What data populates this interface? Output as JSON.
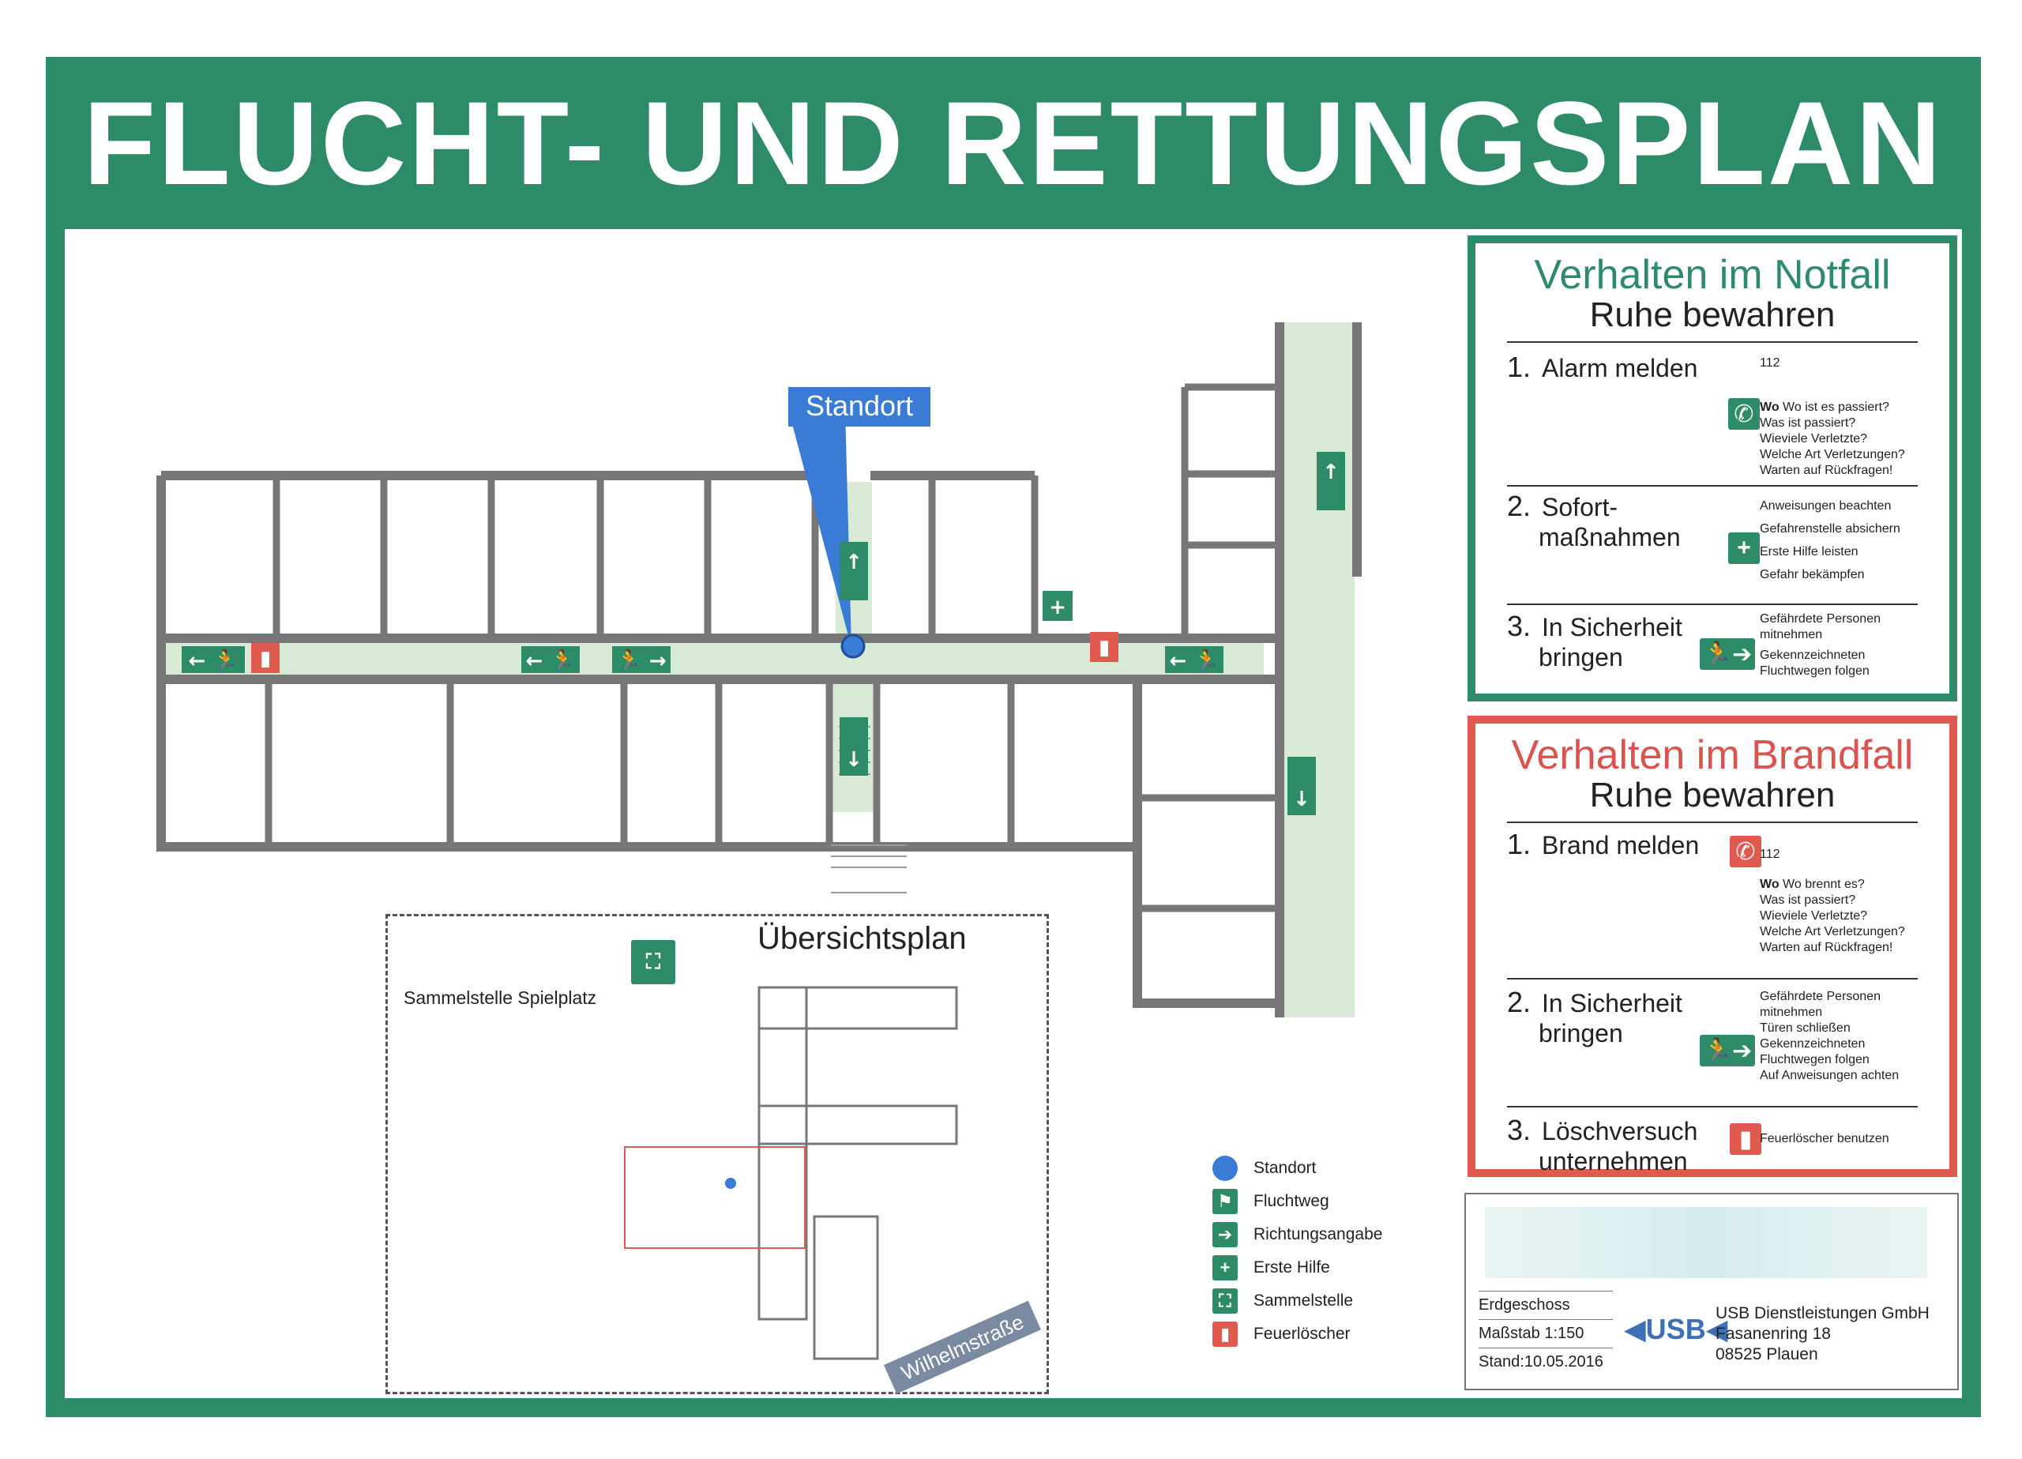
{
  "banner": {
    "title": "FLUCHT- UND RETTUNGSPLAN"
  },
  "plan": {
    "standort_label": "Standort"
  },
  "notfall": {
    "title": "Verhalten im Notfall",
    "subtitle": "Ruhe bewahren",
    "steps": [
      {
        "num": "1.",
        "label": "Alarm melden",
        "notes": [
          "112",
          "Wo ist es passiert?",
          "Was ist passiert?",
          "Wieviele Verletzte?",
          "Welche Art Verletzungen?",
          "Warten auf Rückfragen!"
        ]
      },
      {
        "num": "2.",
        "label_line1": "Sofort-",
        "label_line2": "maßnahmen",
        "notes": [
          "Anweisungen beachten",
          "Gefahrenstelle absichern",
          "Erste Hilfe leisten",
          "Gefahr bekämpfen"
        ]
      },
      {
        "num": "3.",
        "label_line1": "In Sicherheit",
        "label_line2": "bringen",
        "notes": [
          "Gefährdete Personen",
          "mitnehmen",
          "Gekennzeichneten",
          "Fluchtwegen folgen"
        ]
      }
    ]
  },
  "brand": {
    "title": "Verhalten im Brandfall",
    "subtitle": "Ruhe bewahren",
    "steps": [
      {
        "num": "1.",
        "label": "Brand melden",
        "notes": [
          "112",
          "Wo brennt es?",
          "Was ist passiert?",
          "Wieviele Verletzte?",
          "Welche Art Verletzungen?",
          "Warten auf Rückfragen!"
        ]
      },
      {
        "num": "2.",
        "label_line1": "In Sicherheit",
        "label_line2": "bringen",
        "notes": [
          "Gefährdete Personen",
          "mitnehmen",
          "Türen schließen",
          "Gekennzeichneten",
          "Fluchtwegen folgen",
          "Auf Anweisungen achten"
        ]
      },
      {
        "num": "3.",
        "label_line1": "Löschversuch",
        "label_line2": "unternehmen",
        "notes": [
          "Feuerlöscher benutzen"
        ]
      }
    ]
  },
  "legend": {
    "items": [
      {
        "label": "Standort",
        "icon": "location-dot-icon"
      },
      {
        "label": "Fluchtweg",
        "icon": "escape-route-icon"
      },
      {
        "label": "Richtungsangabe",
        "icon": "direction-arrow-icon"
      },
      {
        "label": "Erste Hilfe",
        "icon": "first-aid-icon"
      },
      {
        "label": "Sammelstelle",
        "icon": "assembly-point-icon"
      },
      {
        "label": "Feuerlöscher",
        "icon": "fire-extinguisher-icon"
      }
    ]
  },
  "overview": {
    "title": "Übersichtsplan",
    "assembly_label": "Sammelstelle Spielplatz",
    "street": "Wilhelmstraße"
  },
  "titleblock": {
    "floor": "Erdgeschoss",
    "scale": "Maßstab 1:150",
    "date": "Stand:10.05.2016",
    "logo": "◀USB◀",
    "company": "USB Dienstleistungen GmbH",
    "street": "Fasanenring 18",
    "city": "08525 Plauen"
  },
  "colors": {
    "green": "#2e8b67",
    "red": "#e05a50",
    "corridor": "#d9ead6",
    "walls": "#777777",
    "standort": "#3a7bd5"
  }
}
